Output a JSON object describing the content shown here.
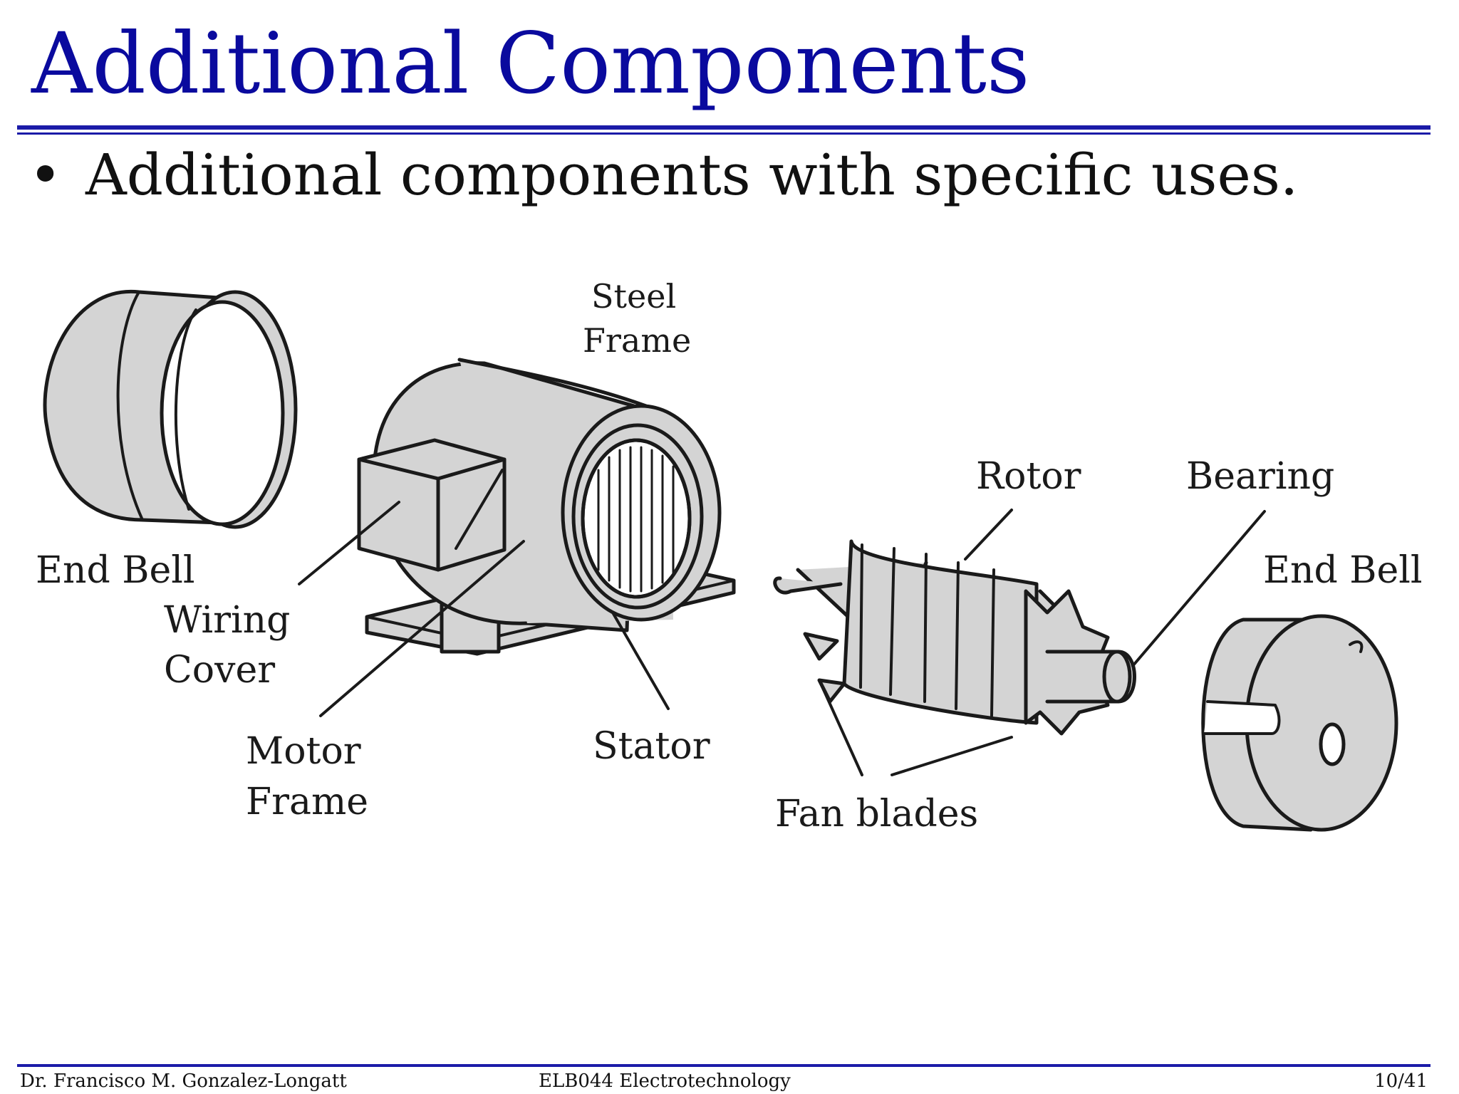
{
  "slide": {
    "title": "Additional Components",
    "bullet": "Additional components with specific uses.",
    "bullet_glyph": "•"
  },
  "diagram": {
    "labels": {
      "steel_frame_line1": "Steel",
      "steel_frame_line2": "Frame",
      "end_bell_left": "End Bell",
      "wiring_cover_line1": "Wiring",
      "wiring_cover_line2": "Cover",
      "motor_frame_line1": "Motor",
      "motor_frame_line2": "Frame",
      "stator": "Stator",
      "rotor": "Rotor",
      "bearing": "Bearing",
      "end_bell_right": "End Bell",
      "fan_blades": "Fan blades"
    },
    "colors": {
      "part_fill": "#d4d4d4",
      "outline": "#1a1a1a",
      "background": "#ffffff"
    }
  },
  "footer": {
    "author": "Dr. Francisco M. Gonzalez-Longatt",
    "course": "ELB044 Electrotechnology",
    "page": "10/41"
  },
  "theme": {
    "title_color": "#0a0a9e",
    "rule_color": "#1b1ba8"
  }
}
